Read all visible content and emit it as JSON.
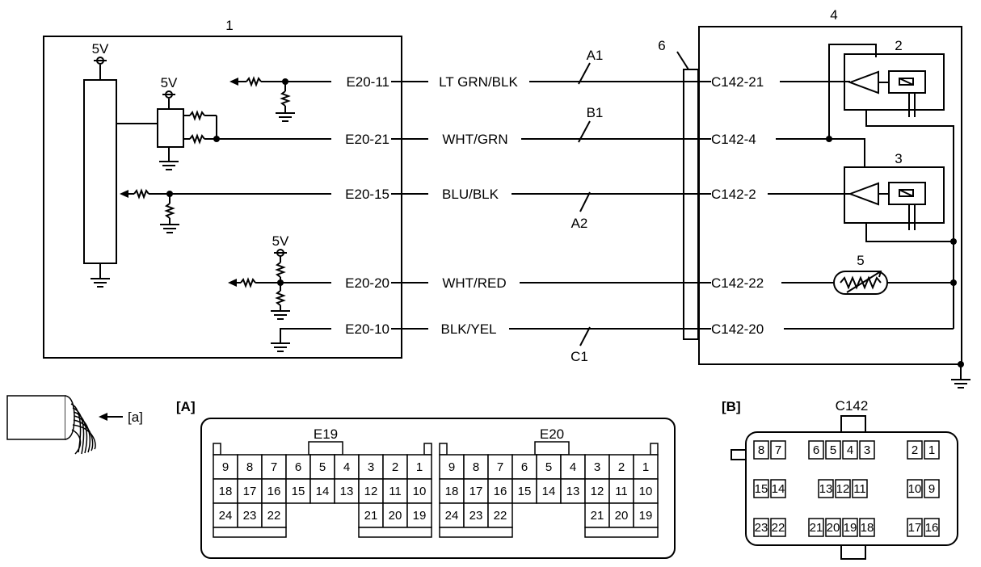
{
  "callouts": {
    "ecm": "1",
    "sensor_upper": "2",
    "sensor_lower": "3",
    "module": "4",
    "thermistor": "5",
    "connector": "6"
  },
  "voltage_label": "5V",
  "wires": [
    {
      "left_pin": "E20-11",
      "color": "LT GRN/BLK",
      "right_pin": "C142-21",
      "tag": "A1"
    },
    {
      "left_pin": "E20-21",
      "color": "WHT/GRN",
      "right_pin": "C142-4",
      "tag": "B1"
    },
    {
      "left_pin": "E20-15",
      "color": "BLU/BLK",
      "right_pin": "C142-2",
      "tag": "A2"
    },
    {
      "left_pin": "E20-20",
      "color": "WHT/RED",
      "right_pin": "C142-22",
      "tag": ""
    },
    {
      "left_pin": "E20-10",
      "color": "BLK/YEL",
      "right_pin": "C142-20",
      "tag": "C1"
    }
  ],
  "harness_label": "[a]",
  "view_a": {
    "label": "[A]",
    "connectors": [
      {
        "name": "E19",
        "row1": [
          "9",
          "8",
          "7",
          "6",
          "5",
          "4",
          "3",
          "2",
          "1"
        ],
        "row2": [
          "18",
          "17",
          "16",
          "15",
          "14",
          "13",
          "12",
          "11",
          "10"
        ],
        "row3_left": [
          "24",
          "23",
          "22"
        ],
        "row3_right": [
          "21",
          "20",
          "19"
        ]
      },
      {
        "name": "E20",
        "row1": [
          "9",
          "8",
          "7",
          "6",
          "5",
          "4",
          "3",
          "2",
          "1"
        ],
        "row2": [
          "18",
          "17",
          "16",
          "15",
          "14",
          "13",
          "12",
          "11",
          "10"
        ],
        "row3_left": [
          "24",
          "23",
          "22"
        ],
        "row3_right": [
          "21",
          "20",
          "19"
        ]
      }
    ]
  },
  "view_b": {
    "label": "[B]",
    "connector": "C142",
    "row1": [
      [
        "8",
        "7"
      ],
      [
        "6",
        "5",
        "4",
        "3"
      ],
      [
        "2",
        "1"
      ]
    ],
    "row2": [
      [
        "15",
        "14"
      ],
      [
        "13",
        "12",
        "11"
      ],
      [
        "10",
        "9"
      ]
    ],
    "row3": [
      [
        "23",
        "22"
      ],
      [
        "21",
        "20",
        "19",
        "18"
      ],
      [
        "17",
        "16"
      ]
    ]
  }
}
